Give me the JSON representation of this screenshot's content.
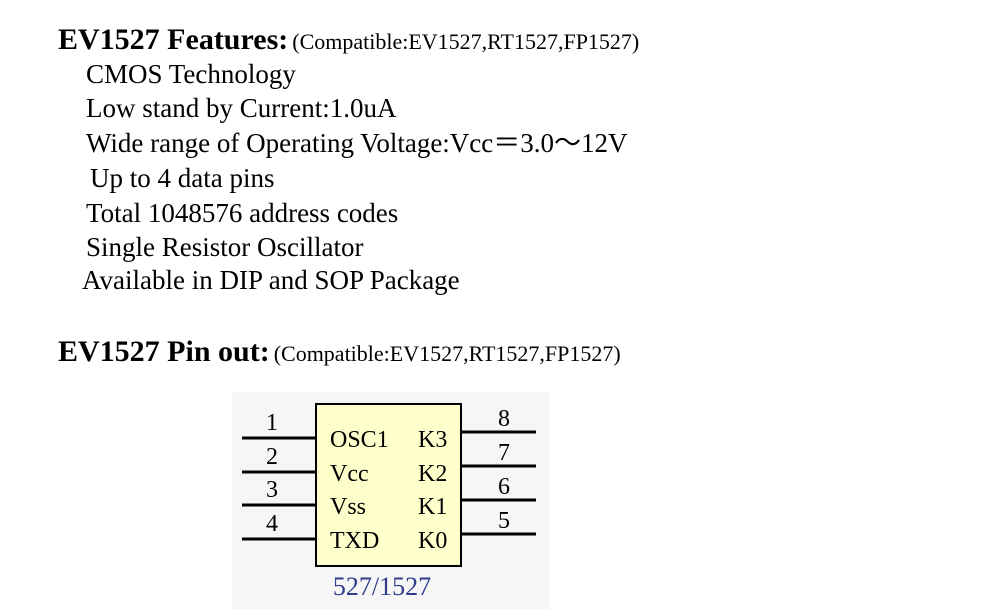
{
  "features": {
    "title": "EV1527 Features:",
    "compat": "(Compatible:EV1527,RT1527,FP1527)",
    "items": [
      "CMOS Technology",
      "Low stand by Current:1.0uA",
      "Wide range of Operating Voltage:Vcc＝3.0～12V",
      "Up to 4 data pins",
      "Total 1048576 address codes",
      "Single Resistor Oscillator",
      "Available in DIP and SOP Package"
    ]
  },
  "pinout": {
    "title": "EV1527 Pin out:",
    "compat": "(Compatible:EV1527,RT1527,FP1527)",
    "chip": {
      "body_color": "#ffffcc",
      "caption_color": "#2e3c8c",
      "caption": "527/1527",
      "left_pins": [
        {
          "number": "1",
          "name": "OSC1"
        },
        {
          "number": "2",
          "name": "Vcc"
        },
        {
          "number": "3",
          "name": "Vss"
        },
        {
          "number": "4",
          "name": "TXD"
        }
      ],
      "right_pins": [
        {
          "number": "8",
          "name": "K3"
        },
        {
          "number": "7",
          "name": "K2"
        },
        {
          "number": "6",
          "name": "K1"
        },
        {
          "number": "5",
          "name": "K0"
        }
      ]
    }
  }
}
